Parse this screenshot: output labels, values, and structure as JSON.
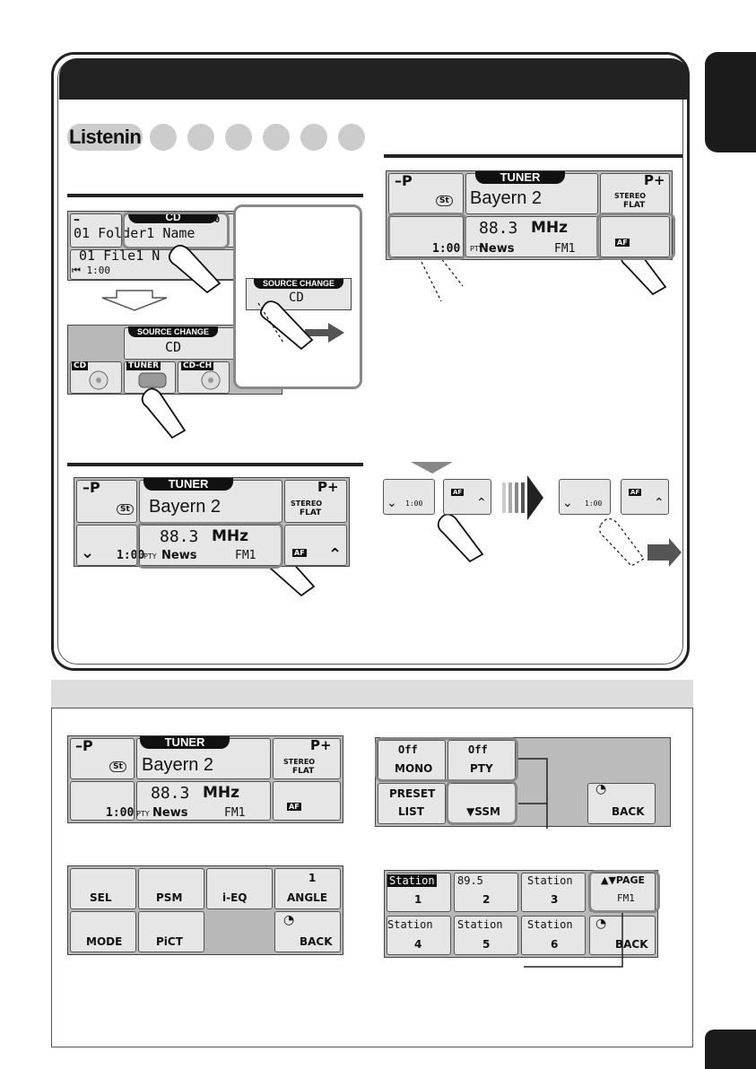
{
  "section": {
    "title_visible": "Listenin"
  },
  "colors": {
    "panel_dark": "#222222",
    "lcd_gray": "#b8b8b8",
    "highlight": "#888888"
  },
  "cd_screen": {
    "source": "CD",
    "time_top": "00 00",
    "folder": "01 Folder1 Name",
    "file": "01 File1 N",
    "elapsed": "1:00"
  },
  "source_change": {
    "header": "SOURCE CHANGE",
    "value": "CD",
    "buttons": [
      "CD",
      "TUNER",
      "CD-CH"
    ]
  },
  "tuner_screen": {
    "source": "TUNER",
    "preset_minus": "–P",
    "preset_plus": "P+",
    "st": "St",
    "station_name": "Bayern 2",
    "stereo": "STEREO",
    "flat": "FLAT",
    "frequency": "88.3",
    "unit": "MHz",
    "pty_tag": "PTY",
    "pty": "News",
    "band": "FM1",
    "time": "1:00",
    "af": "AF"
  },
  "small_buttons": {
    "time": "1:00",
    "af": "AF"
  },
  "tuner_menu": {
    "mono_state": "Off",
    "mono_label": "MONO",
    "pty_state": "Off",
    "pty_label": "PTY",
    "preset_list_l1": "PRESET",
    "preset_list_l2": "LIST",
    "ssm": "SSM",
    "back": "BACK"
  },
  "main_menu": {
    "sel": "SEL",
    "psm": "PSM",
    "ieq": "i-EQ",
    "angle_num": "1",
    "angle": "ANGLE",
    "mode": "MODE",
    "pict": "PiCT",
    "back": "BACK"
  },
  "preset_list": {
    "stations": [
      {
        "name": "Station",
        "num": "1"
      },
      {
        "name": "89.5",
        "num": "2"
      },
      {
        "name": "Station",
        "num": "3"
      },
      {
        "name": "Station",
        "num": "4"
      },
      {
        "name": "Station",
        "num": "5"
      },
      {
        "name": "Station",
        "num": "6"
      }
    ],
    "page": "PAGE",
    "band": "FM1",
    "back": "BACK"
  }
}
